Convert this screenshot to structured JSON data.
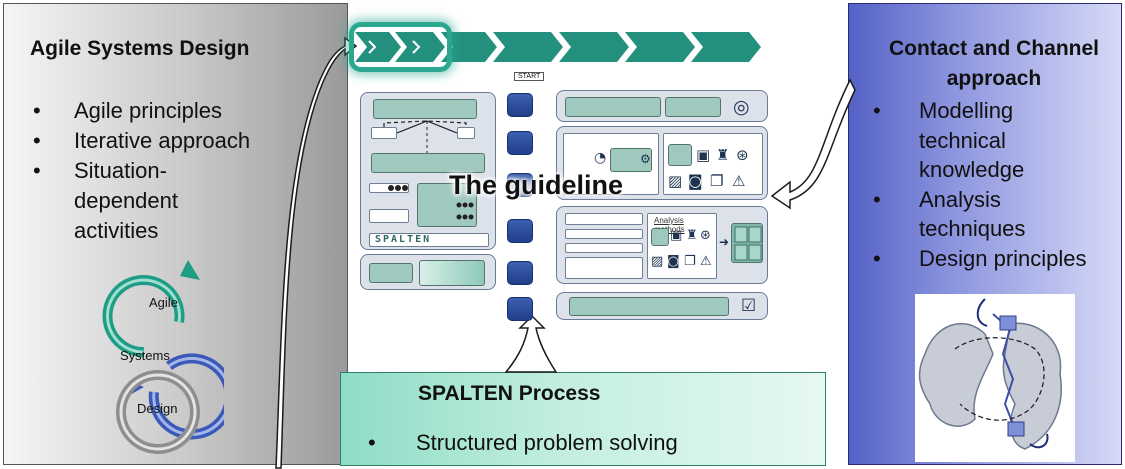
{
  "left_panel": {
    "title": "Agile Systems Design",
    "bullets": [
      "Agile principles",
      "Iterative approach",
      "Situation-",
      "dependent",
      "activities"
    ],
    "cycle": {
      "labels": [
        "Agile",
        "Systems",
        "Design"
      ]
    }
  },
  "right_panel": {
    "title_line1": "Contact and Channel",
    "title_line2": "approach",
    "bullets": [
      "Modelling",
      "technical",
      "knowledge",
      "Analysis",
      "techniques",
      "Design principles"
    ]
  },
  "bottom_panel": {
    "title": "SPALTEN Process",
    "bullet": "Structured problem solving"
  },
  "guideline": {
    "label": "The guideline",
    "start_tag": "START",
    "analysis_methods": "Analysis methods",
    "logo_text": "SPALTEN"
  },
  "colors": {
    "teal": "#1f8f7a",
    "arrow_teal": "#23917d",
    "highlight": "#2aa88f",
    "blue_stone": "#2b4a9a",
    "grey_panel": "#a9a9a9",
    "blue_panel": "#6c77d2",
    "green_panel": "#aee6d6"
  },
  "icons": [
    "target-icon",
    "checklist-icon",
    "gear-icon",
    "gauge-icon",
    "monitor-icon",
    "tools-icon",
    "image-icon",
    "camera-icon",
    "warning-icon",
    "gear-puzzle-icon"
  ]
}
